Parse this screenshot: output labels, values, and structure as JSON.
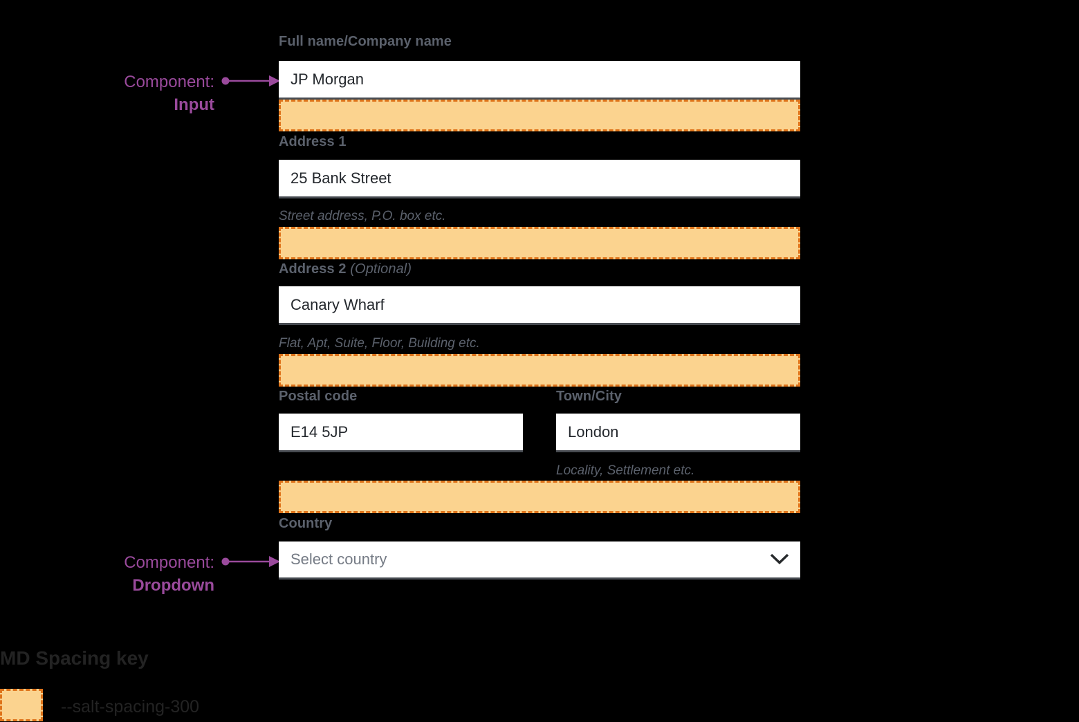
{
  "colors": {
    "background": "#000000",
    "spacing_fill": "#FBD38F",
    "spacing_border": "#DE731A",
    "annotation_purple": "#9A4A9C",
    "label_gray": "#5B616C",
    "input_text": "#24282D",
    "placeholder_gray": "#757B85",
    "input_bottom_border": "#474B51"
  },
  "annotations": {
    "input": {
      "prefix": "Component:",
      "component": "Input"
    },
    "dropdown": {
      "prefix": "Component:",
      "component": "Dropdown"
    }
  },
  "form": {
    "full_name": {
      "label": "Full name/Company name",
      "value": "JP Morgan"
    },
    "address1": {
      "label": "Address 1",
      "value": "25 Bank Street",
      "helper": "Street address, P.O. box etc."
    },
    "address2": {
      "label": "Address 2",
      "optional": "(Optional)",
      "value": "Canary Wharf",
      "helper": "Flat, Apt, Suite, Floor, Building etc."
    },
    "postal_code": {
      "label": "Postal code",
      "value": "E14 5JP"
    },
    "town_city": {
      "label": "Town/City",
      "value": "London",
      "helper": "Locality, Settlement etc."
    },
    "country": {
      "label": "Country",
      "placeholder": "Select country"
    }
  },
  "icons": {
    "dropdown_chevron": "chevron-down"
  },
  "spacing_key": {
    "title": "MD Spacing key",
    "token": "--salt-spacing-300"
  }
}
